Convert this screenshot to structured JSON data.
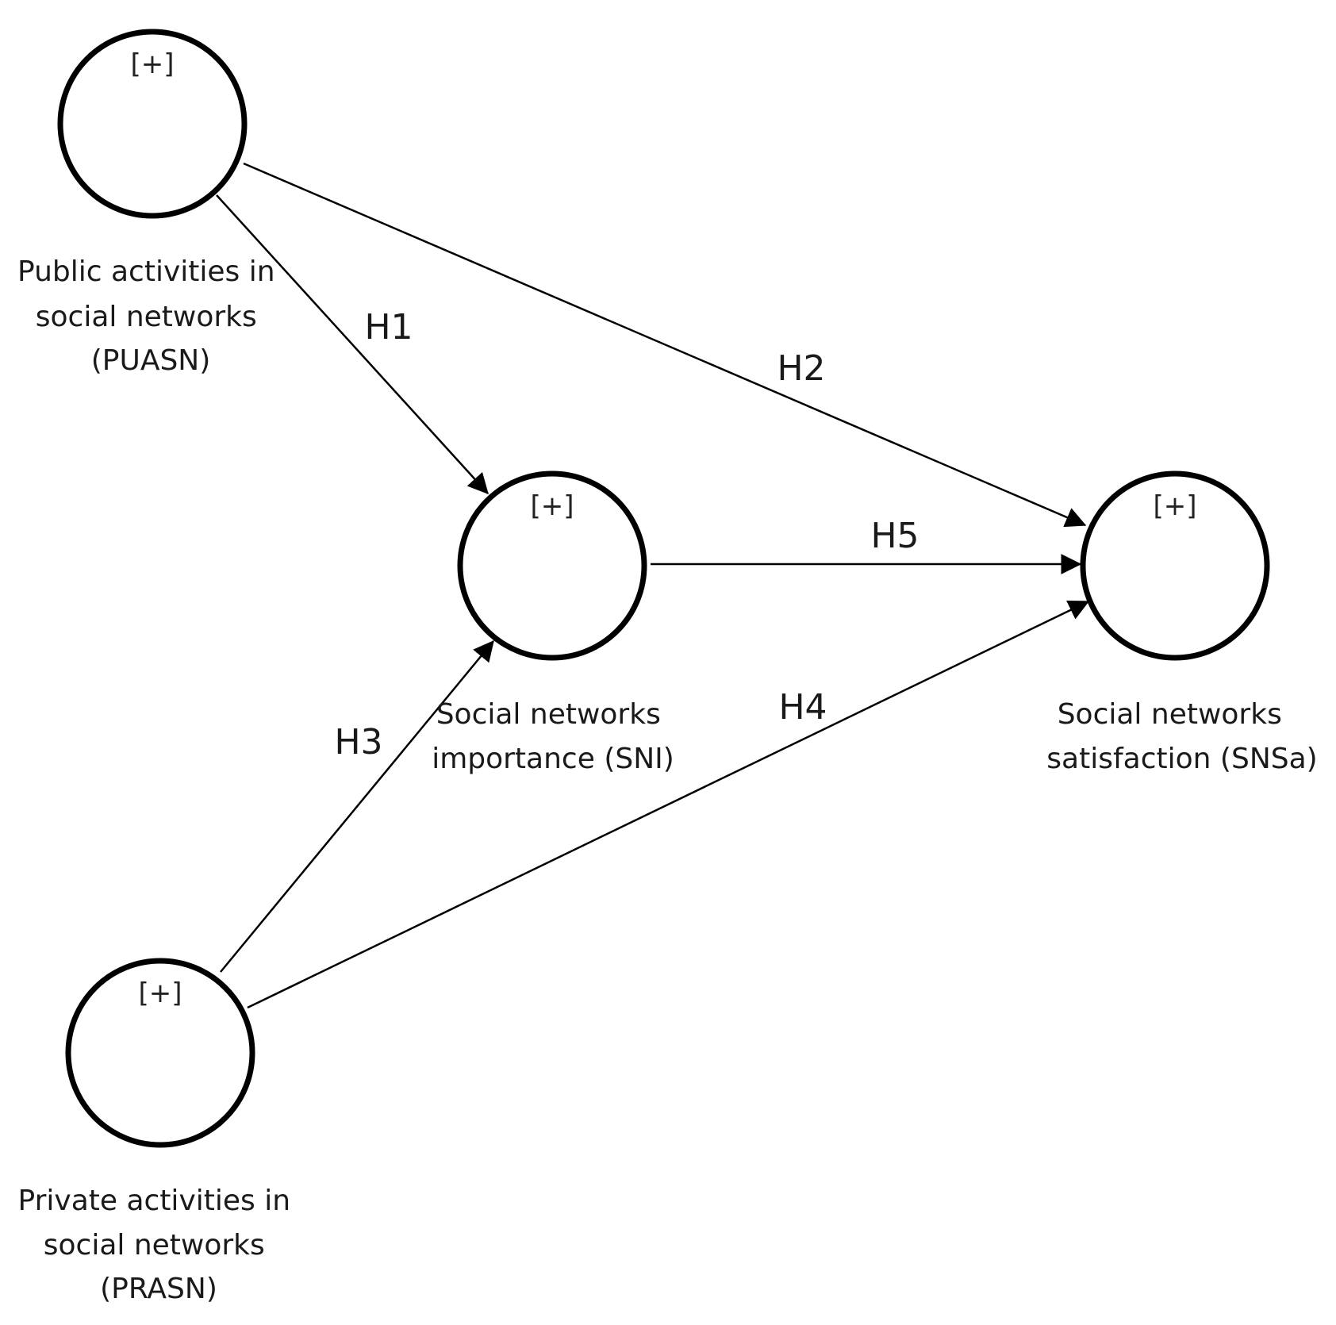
{
  "colors": {
    "stroke": "#000000",
    "text": "#1a1a1a",
    "background": "#ffffff"
  },
  "nodes": {
    "puasn": {
      "marker": "[+]",
      "label_lines": [
        "Public activities in",
        "social networks",
        "(PUASN)"
      ]
    },
    "sni": {
      "marker": "[+]",
      "label_lines": [
        "Social networks",
        "importance (SNI)"
      ]
    },
    "snsa": {
      "marker": "[+]",
      "label_lines": [
        "Social networks",
        "satisfaction (SNSa)"
      ]
    },
    "prasn": {
      "marker": "[+]",
      "label_lines": [
        "Private activities in",
        "social networks",
        "(PRASN)"
      ]
    }
  },
  "edges": {
    "h1": {
      "label": "H1",
      "from": "puasn",
      "to": "sni"
    },
    "h2": {
      "label": "H2",
      "from": "puasn",
      "to": "snsa"
    },
    "h3": {
      "label": "H3",
      "from": "prasn",
      "to": "sni"
    },
    "h4": {
      "label": "H4",
      "from": "prasn",
      "to": "snsa"
    },
    "h5": {
      "label": "H5",
      "from": "sni",
      "to": "snsa"
    }
  }
}
